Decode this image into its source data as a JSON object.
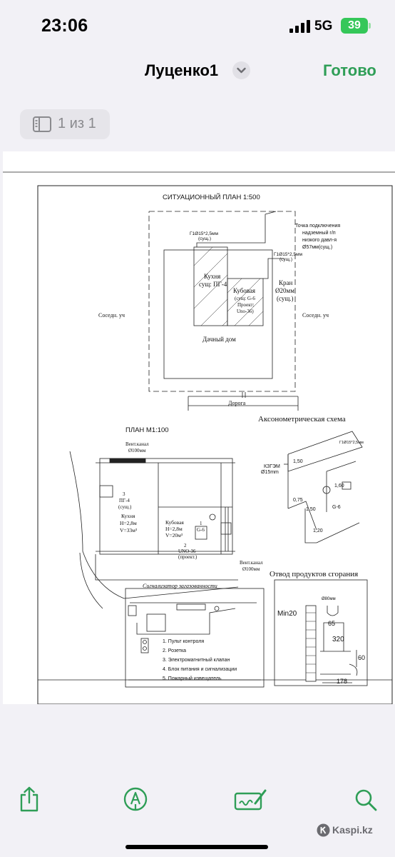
{
  "status": {
    "time": "23:06",
    "network": "5G",
    "battery": "39"
  },
  "nav": {
    "title": "Луценко1",
    "done_label": "Готово"
  },
  "pager": {
    "label": "1 из 1"
  },
  "drawing": {
    "situational_plan_title": "СИТУАЦИОННЫЙ ПЛАН 1:500",
    "connection_point": "Точка подключения",
    "connection_point_2": "надземный г/п",
    "connection_point_3": "низкого давл-я",
    "connection_point_4": "Ø57мм(сущ.)",
    "pipe_label_1": "Г1Ø15*2,5мм",
    "pipe_label_1b": "(сущ.)",
    "pipe_label_2": "Г1Ø15*2,5мм",
    "pipe_label_2b": "(сущ.)",
    "kitchen_label": "Кухня",
    "kitchen_sub": "сущ: ПГ-4",
    "boiler_label": "Кубовая",
    "boiler_sub1": "(сущ: G-6",
    "boiler_sub2": "Проект:",
    "boiler_sub3": "Uno-36)",
    "valve_label": "Кран",
    "valve_sub1": "Ø20мм",
    "valve_sub2": "(сущ.)",
    "neighbor_left": "Соседн. уч",
    "neighbor_right": "Соседн. уч",
    "house_label": "Дачный дом",
    "road_label": "Дорога",
    "axonometric_title": "Аксонометрическая схема",
    "plan_title": "ПЛАН М1:100",
    "vent_channel_1": "Вент.канал",
    "vent_channel_1b": "Ø100мм",
    "kitchen2_num": "3",
    "kitchen2_label": "ПГ-4",
    "kitchen2_sub": "(сущ.)",
    "kitchen2_room": "Кухня",
    "kitchen2_h": "H=2,8м",
    "kitchen2_v": "V=33м³",
    "boiler2_room": "Кубовая",
    "boiler2_h": "H=2,8м",
    "boiler2_v": "V=20м³",
    "boiler2_dev_num": "1",
    "boiler2_dev": "G-6",
    "uno_num": "2",
    "uno_label": "UNO-36",
    "uno_sub": "(проект.)",
    "vent_channel_2": "Вент.канал",
    "vent_channel_2b": "Ø100мм",
    "exhaust_title": "Отвод продуктов сгорания",
    "gas_alarm_title": "Сигнализатор загазованности",
    "legend_1": "1. Пульт контроля",
    "legend_2": "2. Розетка",
    "legend_3": "3. Электромагнитный клапан",
    "legend_4": "4. Блок питания и сигнализации",
    "legend_5": "5. Пожарный извещатель",
    "axo_kzgem": "КЗГЭМ",
    "axo_kzgem_sub": "Ø15mm",
    "axo_g6": "G-6",
    "axo_pipe": "Г1Ø15*2,5мм",
    "dim_150a": "1,50",
    "dim_160": "1,60",
    "dim_075": "0,75",
    "dim_150b": "1,50",
    "dim_120": "1,20",
    "ex_min20": "Min20",
    "ex_65": "65",
    "ex_320": "320",
    "ex_60": "60",
    "ex_178": "178",
    "ex_d80": "Ø80мм"
  },
  "brand": {
    "name": "Kaspi.kz"
  },
  "colors": {
    "accent": "#2f9e57",
    "battery": "#35c759",
    "toolbar_icon": "#2f9e57"
  }
}
